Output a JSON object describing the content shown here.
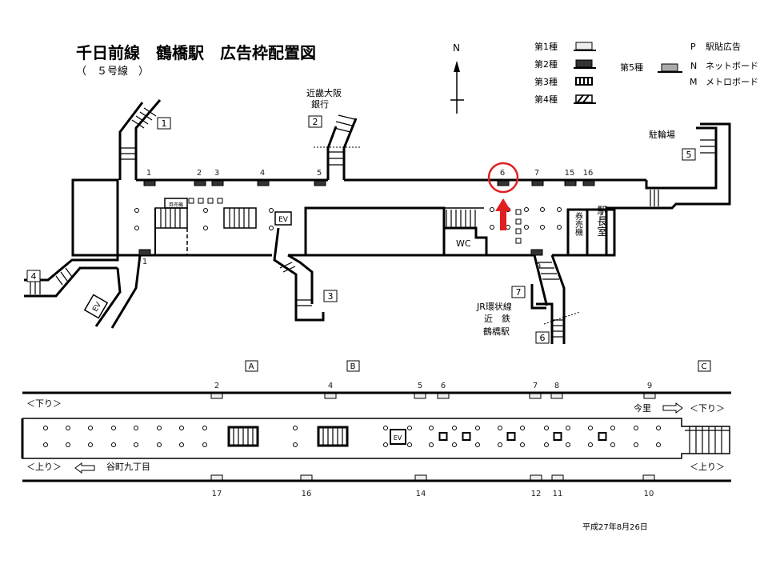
{
  "header": {
    "title": "千日前線　鶴橋駅　広告枠配置図",
    "subtitle": "（　５号線　）"
  },
  "compass": {
    "label": "N"
  },
  "legend": {
    "types": [
      {
        "label": "第1種",
        "style": "open"
      },
      {
        "label": "第2種",
        "style": "dark"
      },
      {
        "label": "第3種",
        "style": "striped"
      },
      {
        "label": "第4種",
        "style": "hatched"
      },
      {
        "label": "第5種",
        "style": "gray"
      }
    ],
    "codes": [
      {
        "code": "P",
        "label": "駅貼広告"
      },
      {
        "code": "N",
        "label": "ネットボード"
      },
      {
        "code": "M",
        "label": "メトロボード"
      }
    ]
  },
  "concourse": {
    "exits": [
      "1",
      "2",
      "3",
      "4",
      "5",
      "6",
      "7"
    ],
    "labels": {
      "bank": "近畿大阪\n銀行",
      "bicycle": "駐輪場",
      "jr": "JR環状線",
      "kintetsu": "近　鉄",
      "tsuruhashi": "鶴橋駅",
      "ticket_small": "券売機",
      "ticket": "券売機",
      "stationmaster": "駅長室",
      "wc": "WC",
      "ev": "EV"
    },
    "ads_top": [
      "1",
      "2",
      "3",
      "4",
      "5",
      "6",
      "7",
      "15",
      "16"
    ],
    "ads_other": [
      "1",
      "9"
    ],
    "highlighted_ad": "6",
    "highlight_color": "#e02020"
  },
  "platform": {
    "sections": [
      "A",
      "B",
      "C"
    ],
    "top_ads": [
      "2",
      "4",
      "5",
      "6",
      "7",
      "8",
      "9"
    ],
    "bottom_ads": [
      "17",
      "16",
      "14",
      "12",
      "11",
      "10"
    ],
    "down_label": "＜下り＞",
    "up_label": "＜上り＞",
    "down_dest": "今里",
    "up_dest": "谷町九丁目",
    "ev": "EV"
  },
  "footer": {
    "date": "平成27年8月26日"
  }
}
